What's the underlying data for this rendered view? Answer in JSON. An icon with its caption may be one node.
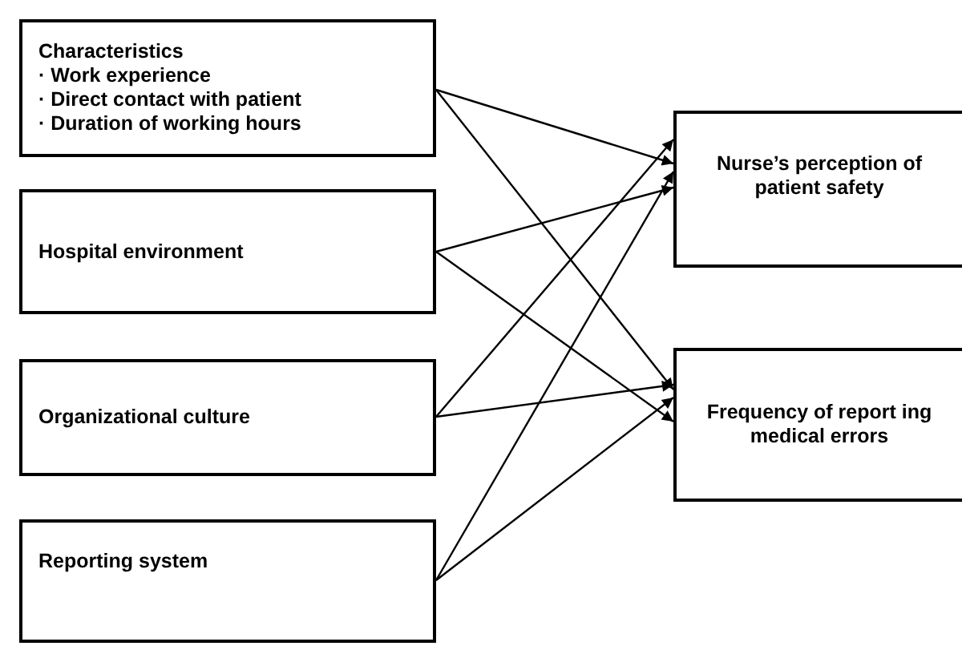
{
  "diagram": {
    "nodes": [
      {
        "text": [
          "Characteristics",
          "· Work experience",
          "· Direct contact with patient",
          "· Duration of working hours"
        ]
      },
      {
        "text": [
          "Hospital environment"
        ]
      },
      {
        "text": [
          "Organizational culture"
        ]
      },
      {
        "text": [
          "Reporting system"
        ]
      },
      {
        "text": [
          "Nurse’s perception of patient safety"
        ]
      },
      {
        "text": [
          "Frequency of report ing medical errors"
        ]
      }
    ],
    "edges": [
      {
        "from": 0,
        "to": 4,
        "arrow": "to"
      },
      {
        "from": 0,
        "to": 5,
        "arrow": "to"
      },
      {
        "from": 1,
        "to": 4,
        "arrow": "to"
      },
      {
        "from": 1,
        "to": 5,
        "arrow": "to"
      },
      {
        "from": 2,
        "to": 4,
        "arrow": "to"
      },
      {
        "from": 2,
        "to": 5,
        "arrow": "to"
      },
      {
        "from": 3,
        "to": 4,
        "arrow": "to"
      },
      {
        "from": 3,
        "to": 5,
        "arrow": "to"
      }
    ]
  }
}
